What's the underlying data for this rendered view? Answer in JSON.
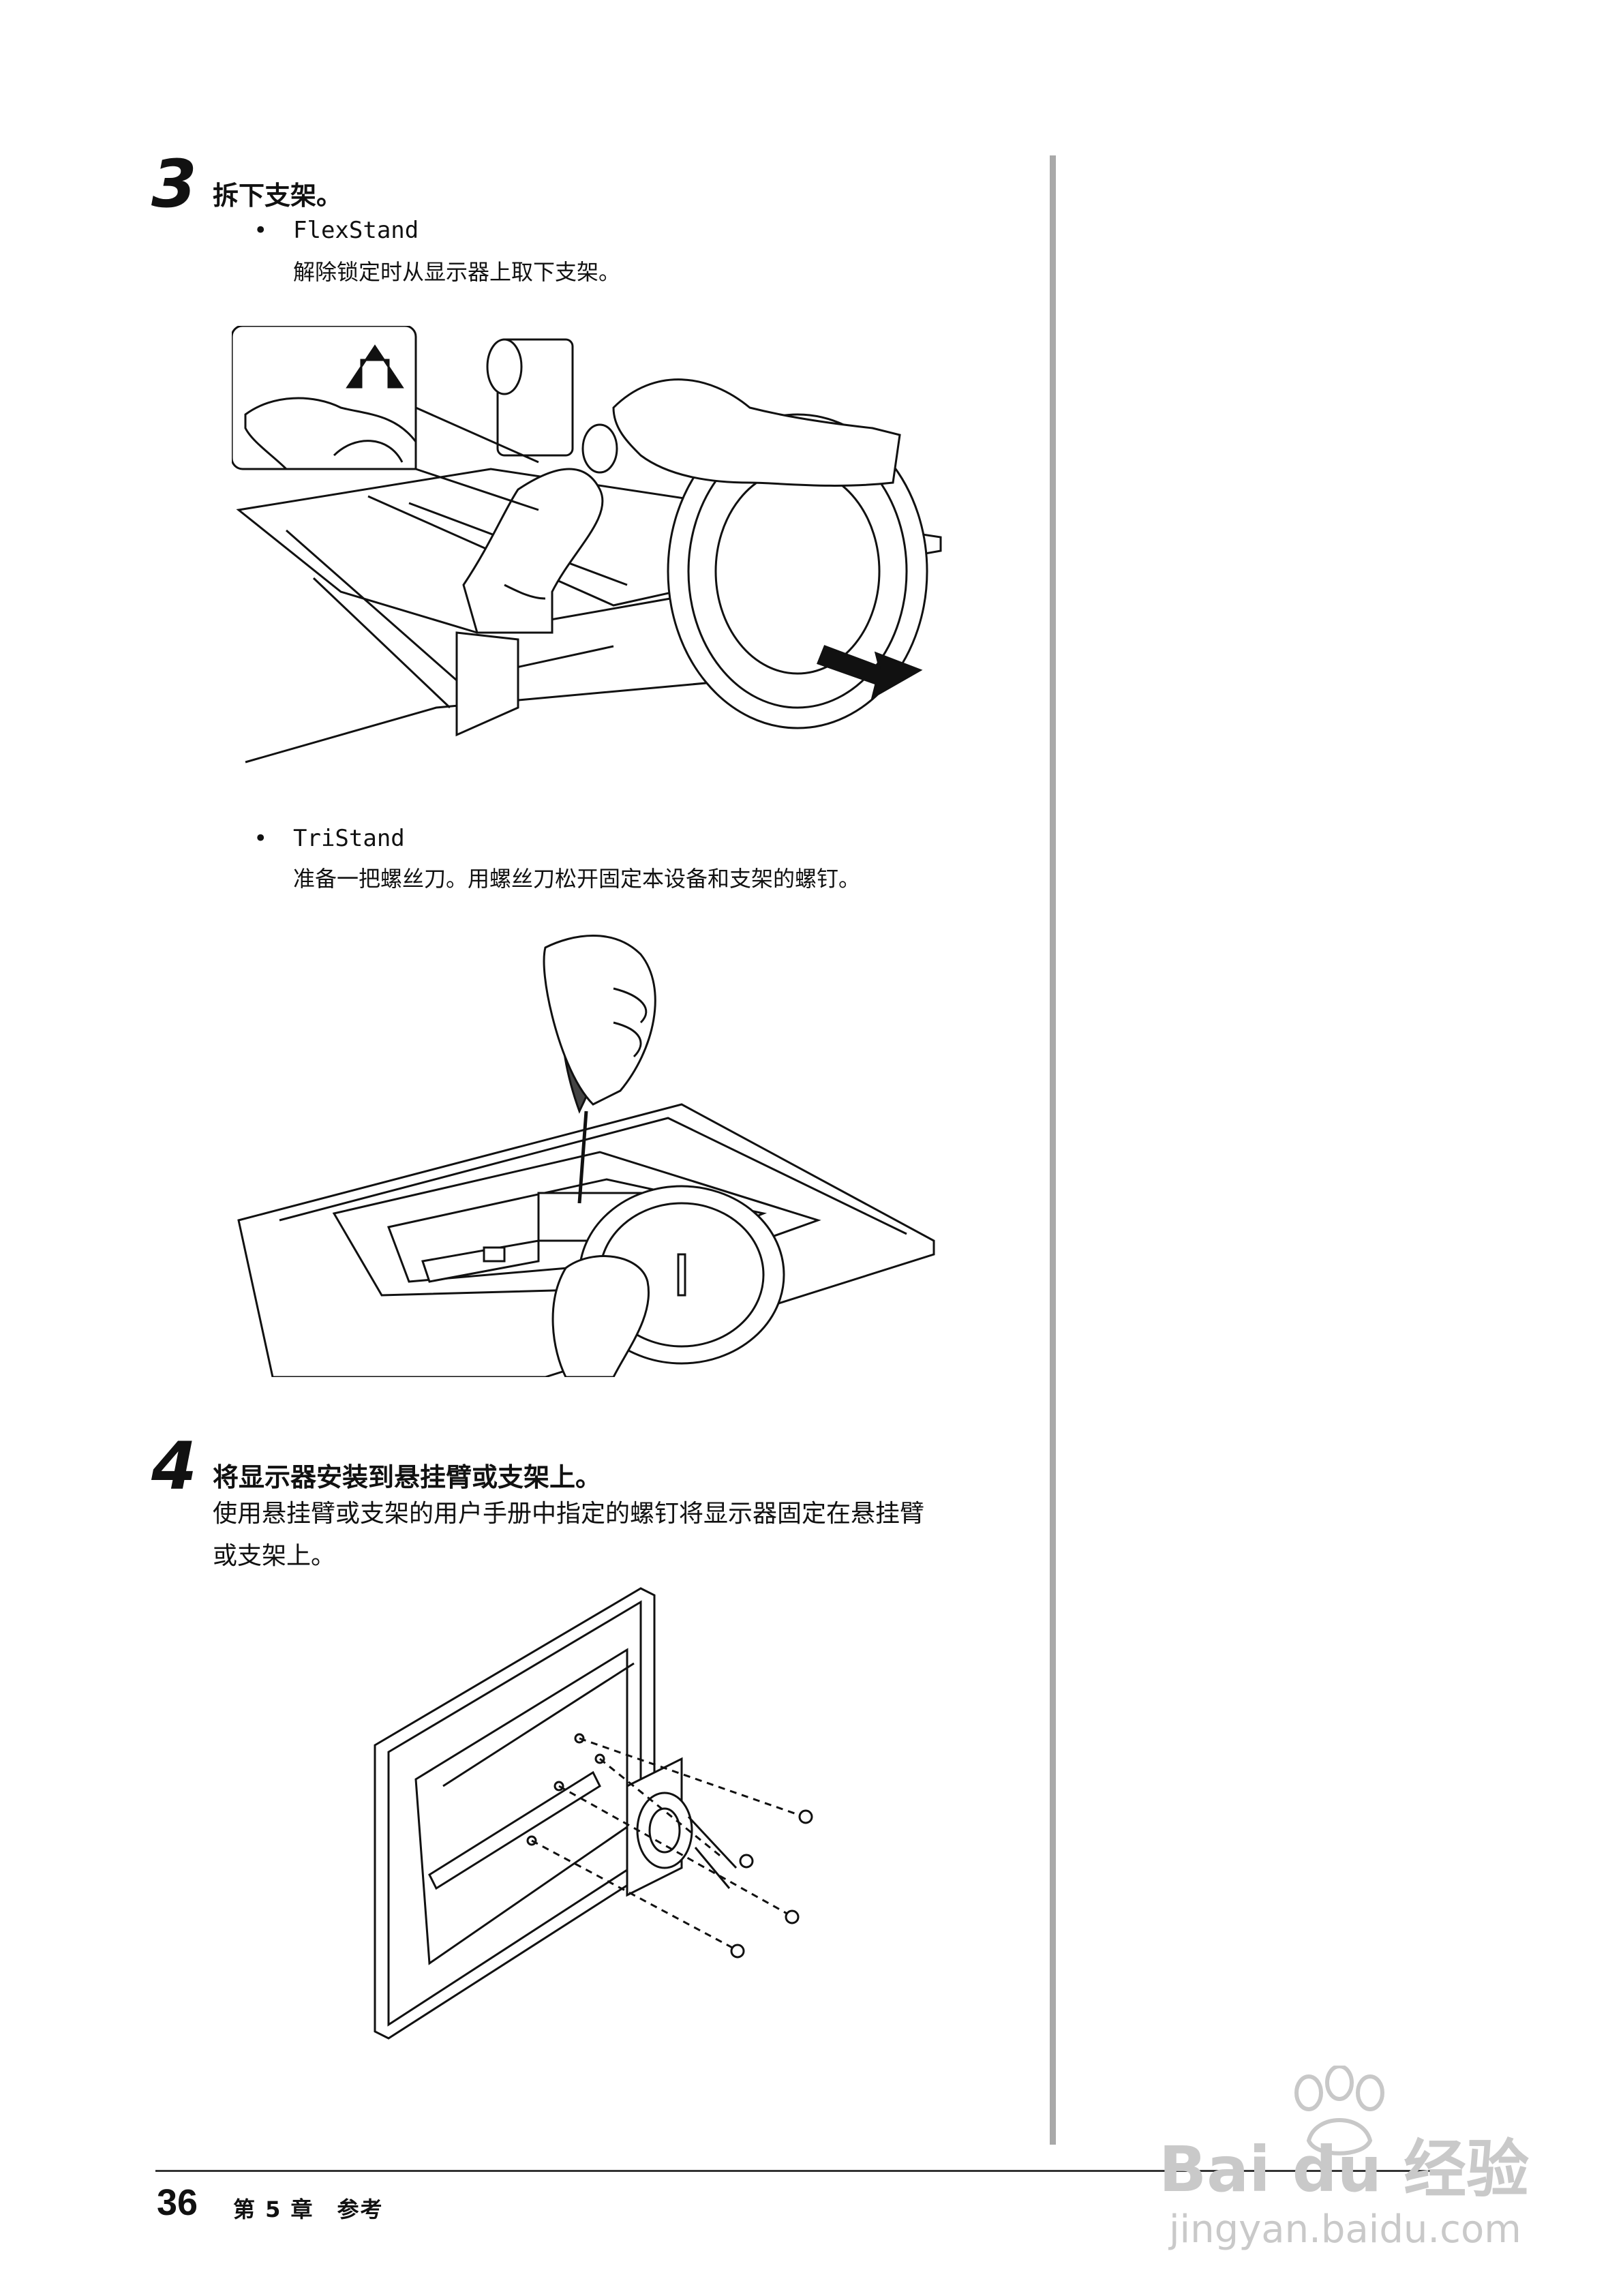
{
  "step3": {
    "number": "3",
    "title": "拆下支架。",
    "flexstand": {
      "bullet": "•",
      "name": "FlexStand",
      "desc": "解除锁定时从显示器上取下支架。"
    },
    "tristand": {
      "bullet": "•",
      "name": "TriStand",
      "desc": "准备一把螺丝刀。用螺丝刀松开固定本设备和支架的螺钉。"
    }
  },
  "step4": {
    "number": "4",
    "title": "将显示器安装到悬挂臂或支架上。",
    "desc_line1": "使用悬挂臂或支架的用户手册中指定的螺钉将显示器固定在悬挂臂",
    "desc_line2": "或支架上。"
  },
  "footer": {
    "page_number": "36",
    "chapter": "第 5 章　参考"
  },
  "watermark": {
    "brand": "Bai du 经验",
    "url": "jingyan.baidu.com"
  }
}
